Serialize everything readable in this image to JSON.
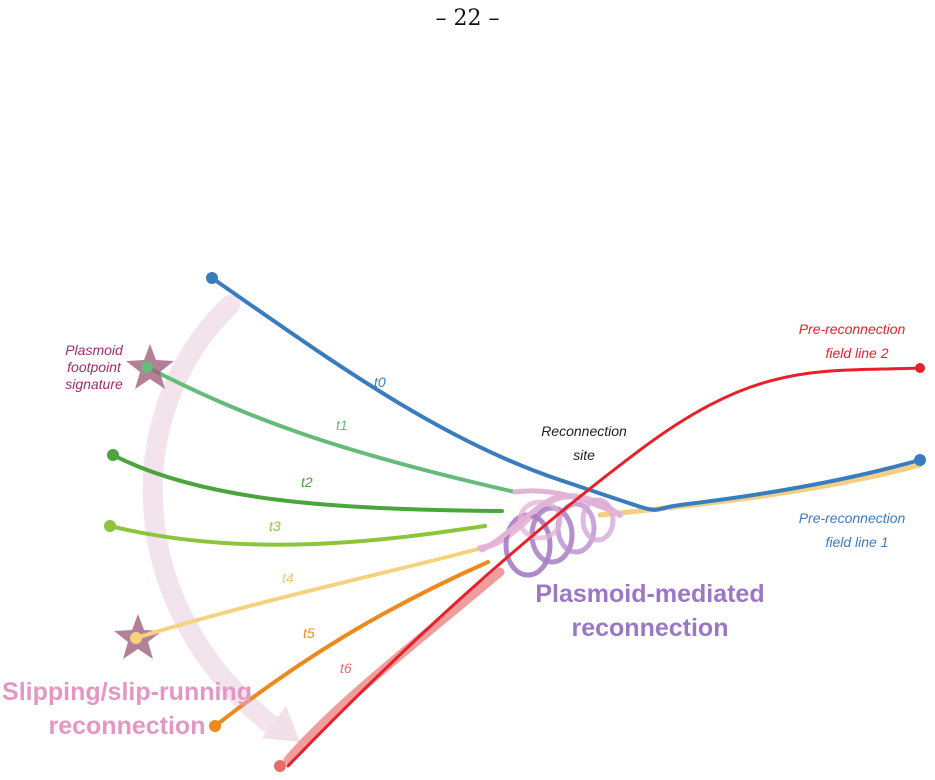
{
  "page_number": "– 22 –",
  "labels": {
    "plasmoid_footpoint": [
      "Plasmoid",
      "footpoint",
      "signature"
    ],
    "reconnection_site": [
      "Reconnection",
      "site"
    ],
    "pre_reconnection_2": [
      "Pre-reconnection",
      "field line 2"
    ],
    "pre_reconnection_1": [
      "Pre-reconnection",
      "field line 1"
    ],
    "plasmoid_mediated": [
      "Plasmoid-mediated",
      "reconnection"
    ],
    "slipping": [
      "Slipping/slip-running",
      "reconnection"
    ]
  },
  "time_labels": [
    "t0",
    "t1",
    "t2",
    "t3",
    "t4",
    "t5",
    "t6"
  ],
  "colors": {
    "t0": "#3a7cc0",
    "t1": "#66bb78",
    "t2": "#4aa63c",
    "t3": "#8cc43c",
    "t4": "#f5d27e",
    "t5": "#ee8a1d",
    "t6": "#e86a6a",
    "field_line_2": "#e8202a",
    "field_line_1_under": "#f3cf82",
    "plasmoid": "#a77cc4",
    "plasmoid_light": "#e3b3d6",
    "star": "#a0607e",
    "arrow": "#f0dde8",
    "plasmoid_text": "#9b77c6",
    "slipping_text": "#e597c3",
    "footpoint_text": "#9b2f6b",
    "reconnection_text": "#222222"
  }
}
